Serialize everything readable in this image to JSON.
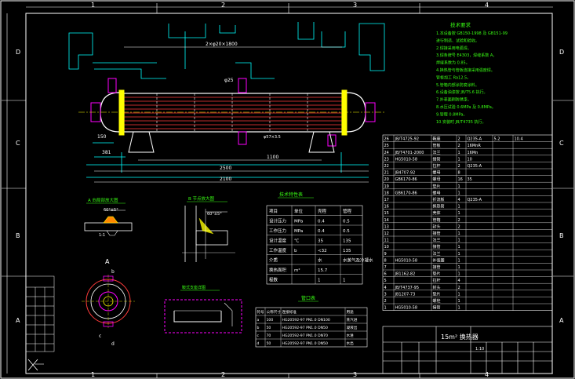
{
  "frame": {
    "col_labels": [
      "1",
      "2",
      "3",
      "4"
    ],
    "row_labels": [
      "D",
      "C",
      "B",
      "A"
    ]
  },
  "notes": {
    "title": "技术要求",
    "lines": [
      "1.本设备按 GB150-1998 及 GB151-99",
      "   进行制造、试验和验收。",
      "2.焊接采用电弧焊。",
      "3.焊条牌号 E4303，焊缝系数 A，",
      "   焊缝系数为 0.85。",
      "4.换热管与管板连接采用强度焊。",
      "   管板加工 Ra12.5。",
      "5.管箱内部涂防腐涂料。",
      "6.设备油漆按 JB/T5.6 执行。",
      "7.外表面刷防锈漆。",
      "8.水压试验 0.6MPa 及 0.8MPa。",
      "9.管程 0.8MPa。",
      "10.安装时 JB/T4735 执行。"
    ]
  },
  "main_view": {
    "dim_tube": "2×φ20×1800",
    "dim_overall": "2100",
    "dim_1": "2500",
    "dim_2": "1100",
    "dim_left_1": "150",
    "dim_left_2": "381",
    "dim_top_1": "φ25",
    "dim_right_1": "φ57×3.5"
  },
  "detail_views": {
    "detail_1_title": "A 向局部放大图",
    "detail_1_dim": "60°±5°",
    "detail_1_dim2": "1:1",
    "detail_2_title": "B 节点放大图",
    "detail_2_dim": "60°±5°",
    "section_a": "A",
    "section_a_b": "b",
    "section_a_c": "c",
    "section_a_d": "d",
    "support_title": "鞍式支座详图"
  },
  "tech_table": {
    "title": "技术特性表",
    "headers": [
      "项目",
      "单位",
      "壳程",
      "管程"
    ],
    "rows": [
      [
        "设计压力",
        "MPa",
        "0.4",
        "0.5"
      ],
      [
        "工作压力",
        "MPa",
        "0.4",
        "0.5"
      ],
      [
        "设计温度",
        "℃",
        "35",
        "135"
      ],
      [
        "工作温度",
        "b",
        "<32",
        "135"
      ],
      [
        "介质",
        "",
        "水",
        "水蒸气及冷凝水"
      ],
      [
        "换热面积",
        "m²",
        "15.7",
        ""
      ],
      [
        "程数",
        "",
        "1",
        "1"
      ]
    ]
  },
  "nozzle_table": {
    "title": "管口表",
    "headers": [
      "符号",
      "公称尺寸",
      "连接标准",
      "用途"
    ],
    "rows": [
      [
        "a",
        "100",
        "HG20592-97 PN1.0 DN100",
        "蒸汽进"
      ],
      [
        "b",
        "50",
        "HG20592-97 PN1.0 DN50",
        "凝液出"
      ],
      [
        "c",
        "70",
        "HG20592-97 PN1.0 DN70",
        "水进"
      ],
      [
        "d",
        "50",
        "HG20592-97 PN1.0 DN50",
        "水出"
      ]
    ]
  },
  "parts_list": {
    "rows": [
      [
        "26",
        "JB/T4725-92",
        "鞍座",
        "2",
        "Q235-A",
        "5.2",
        "10.4"
      ],
      [
        "25",
        "",
        "管板",
        "2",
        "16MnR",
        "",
        ""
      ],
      [
        "24",
        "JB/T4701-2000",
        "法兰",
        "1",
        "16Mn",
        "",
        ""
      ],
      [
        "23",
        "HG5010-58",
        "接管",
        "1",
        "10",
        "",
        ""
      ],
      [
        "22",
        "",
        "拉杆",
        "2",
        "Q235-A",
        "",
        ""
      ],
      [
        "21",
        "JB4707-92",
        "螺母",
        "8",
        "",
        "",
        ""
      ],
      [
        "20",
        "GB6170-86",
        "螺母",
        "16",
        "35",
        "",
        ""
      ],
      [
        "19",
        "",
        "垫片",
        "1",
        "",
        "",
        ""
      ],
      [
        "18",
        "GB6170-86",
        "螺母",
        "1",
        "",
        "",
        ""
      ],
      [
        "17",
        "",
        "折流板",
        "4",
        "Q235-A",
        "",
        ""
      ],
      [
        "16",
        "",
        "换热管",
        "1",
        "",
        "",
        ""
      ],
      [
        "15",
        "",
        "壳体",
        "1",
        "",
        "",
        ""
      ],
      [
        "14",
        "",
        "管箱",
        "2",
        "",
        "",
        ""
      ],
      [
        "13",
        "",
        "封头",
        "2",
        "",
        "",
        ""
      ],
      [
        "12",
        "",
        "接管",
        "1",
        "",
        "",
        ""
      ],
      [
        "11",
        "",
        "法兰",
        "1",
        "",
        "",
        ""
      ],
      [
        "10",
        "",
        "接管",
        "1",
        "",
        "",
        ""
      ],
      [
        "9",
        "",
        "法兰",
        "1",
        "",
        "",
        ""
      ],
      [
        "8",
        "HG5010-58",
        "补强圈",
        "1",
        "",
        "",
        ""
      ],
      [
        "7",
        "",
        "接管",
        "1",
        "",
        "",
        ""
      ],
      [
        "6",
        "JB1162-82",
        "垫片",
        "1",
        "",
        "",
        ""
      ],
      [
        "5",
        "",
        "拉杆",
        "4",
        "",
        "",
        ""
      ],
      [
        "4",
        "JB/T4737-95",
        "封头",
        "2",
        "",
        "",
        ""
      ],
      [
        "3",
        "JB1207-73",
        "垫片",
        "1",
        "",
        "",
        ""
      ],
      [
        "2",
        "",
        "螺栓",
        "1",
        "",
        "",
        ""
      ],
      [
        "1",
        "HG5010-58",
        "接管",
        "1",
        "",
        "",
        ""
      ]
    ]
  },
  "title_block": {
    "name": "15m² 换热器",
    "scale": "1:10"
  }
}
